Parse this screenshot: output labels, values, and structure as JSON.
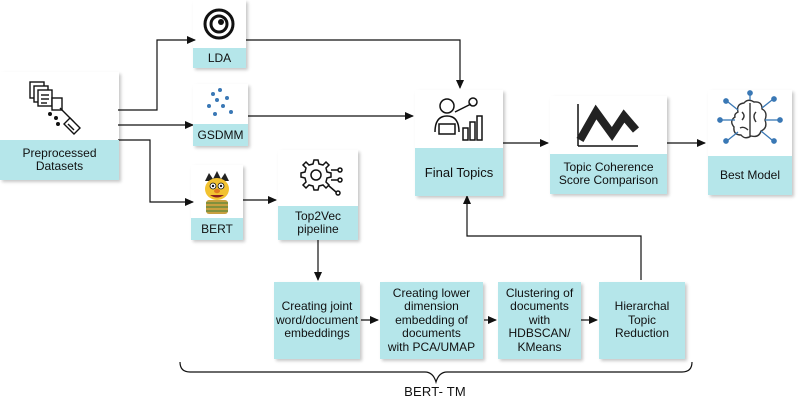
{
  "nodes": {
    "preprocessed": {
      "label": "Preprocessed\nDatasets",
      "icon": "dataset-cleaning-icon"
    },
    "lda": {
      "label": "LDA",
      "icon": "lda-ring-icon"
    },
    "gsdmm": {
      "label": "GSDMM",
      "icon": "scatter-dots-icon"
    },
    "bert": {
      "label": "BERT",
      "icon": "bert-muppet-icon"
    },
    "top2vec": {
      "label": "Top2Vec\npipeline",
      "icon": "gear-network-icon"
    },
    "final_topics": {
      "label": "Final Topics",
      "icon": "analytics-person-icon"
    },
    "coherence": {
      "label": "Topic Coherence\nScore Comparison",
      "icon": "zigzag-chart-icon"
    },
    "best_model": {
      "label": "Best Model",
      "icon": "brain-circuit-icon"
    }
  },
  "pipeline_steps": [
    {
      "label": "Creating joint\nword/document\nembeddings"
    },
    {
      "label": "Creating lower\ndimension\nembedding of\ndocuments\nwith PCA/UMAP"
    },
    {
      "label": "Clustering of\ndocuments with\nHDBSCAN/\nKMeans"
    },
    {
      "label": "Hierarchal\nTopic\nReduction"
    }
  ],
  "group_label": "BERT- TM",
  "colors": {
    "box_fill": "#b5e6ea",
    "line": "#111111"
  }
}
